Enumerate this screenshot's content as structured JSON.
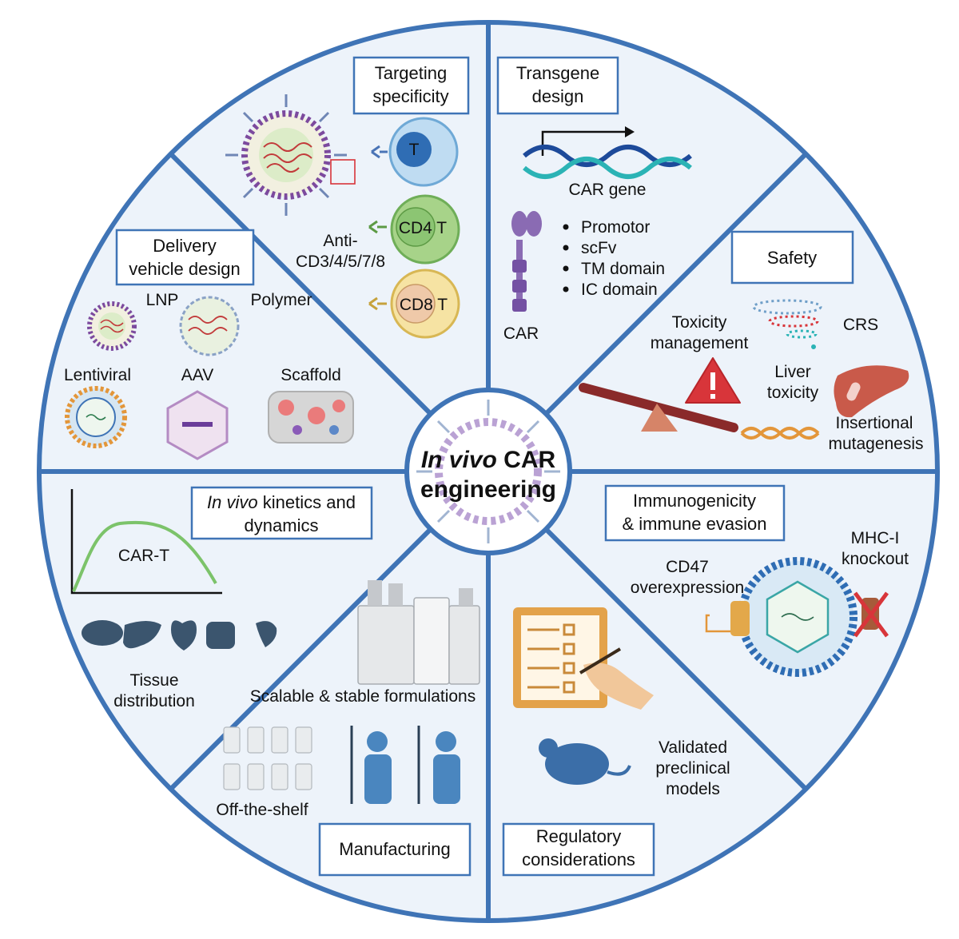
{
  "center": {
    "title_italic": "In vivo",
    "title_rest": " CAR",
    "title_line2": "engineering"
  },
  "targeting": {
    "title_line1": "Targeting",
    "title_line2": "specificity",
    "anti_line1": "Anti-",
    "anti_line2": "CD3/4/5/7/8",
    "cells": [
      "T",
      "CD4 T",
      "CD8 T"
    ]
  },
  "transgene": {
    "title_line1": "Transgene",
    "title_line2": "design",
    "gene_label": "CAR gene",
    "car_label": "CAR",
    "bullets": [
      "Promotor",
      "scFv",
      "TM domain",
      "IC domain"
    ]
  },
  "delivery": {
    "title_line1": "Delivery",
    "title_line2": "vehicle design",
    "labels": [
      "LNP",
      "Polymer",
      "Lentiviral",
      "AAV",
      "Scaffold"
    ]
  },
  "safety": {
    "title": "Safety",
    "toxicity_line1": "Toxicity",
    "toxicity_line2": "management",
    "crs": "CRS",
    "liver_line1": "Liver",
    "liver_line2": "toxicity",
    "insert_line1": "Insertional",
    "insert_line2": "mutagenesis"
  },
  "kinetics": {
    "title_italic": "In vivo",
    "title_rest": " kinetics and",
    "title_line2": "dynamics",
    "curve_label": "CAR-T",
    "tissue_line1": "Tissue",
    "tissue_line2": "distribution"
  },
  "immuno": {
    "title_line1": "Immunogenicity",
    "title_line2": "& immune evasion",
    "cd47_line1": "CD47",
    "cd47_line2": "overexpression",
    "mhc_line1": "MHC-I",
    "mhc_line2": "knockout"
  },
  "manufacturing": {
    "title": "Manufacturing",
    "scalable": "Scalable & stable formulations",
    "offshelf": "Off-the-shelf"
  },
  "regulatory": {
    "title_line1": "Regulatory",
    "title_line2": "considerations",
    "models_line1": "Validated",
    "models_line2": "preclinical",
    "models_line3": "models"
  },
  "colors": {
    "ring": "#3f74b6",
    "sector_bg": "#edf3fa",
    "box_border": "#3f74b6",
    "warning_red": "#d8353a",
    "cell_blue": "#bfdcf2",
    "cell_green": "#a7d389",
    "cell_yellow": "#f6e3a3",
    "manuf_blue": "#4a86bf"
  }
}
